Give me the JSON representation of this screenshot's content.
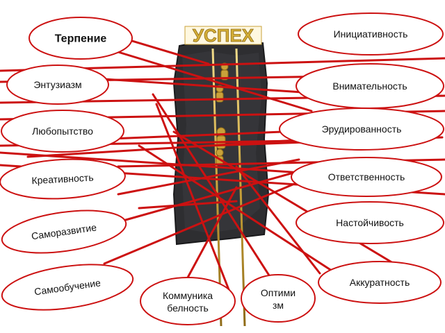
{
  "center": {
    "title": "УСПЕХ"
  },
  "qualities": [
    {
      "id": "terpenie",
      "text": "Терпение",
      "bold": true
    },
    {
      "id": "initsiativnost",
      "text": "Инициативность"
    },
    {
      "id": "entuziazm",
      "text": "Энтузиазм"
    },
    {
      "id": "vnimatelnost",
      "text": "Внимательность"
    },
    {
      "id": "lyubopytstvo",
      "text": "Любопытство"
    },
    {
      "id": "erudirovannost",
      "text": "Эрудированность"
    },
    {
      "id": "kreativnost",
      "text": "Креативность"
    },
    {
      "id": "otvetstvennost",
      "text": "Ответственность"
    },
    {
      "id": "samorazvitie",
      "text": "Саморазвитие"
    },
    {
      "id": "nastoychivost",
      "text": "Настойчивость"
    },
    {
      "id": "samoobuchenie",
      "text": "Самообучение"
    },
    {
      "id": "akkuratnost",
      "text": "Аккуратность"
    },
    {
      "id": "kommunikabelnost",
      "line1": "Коммуника",
      "line2": "белность"
    },
    {
      "id": "optimizm",
      "line1": "Оптими",
      "line2": "зм"
    }
  ]
}
